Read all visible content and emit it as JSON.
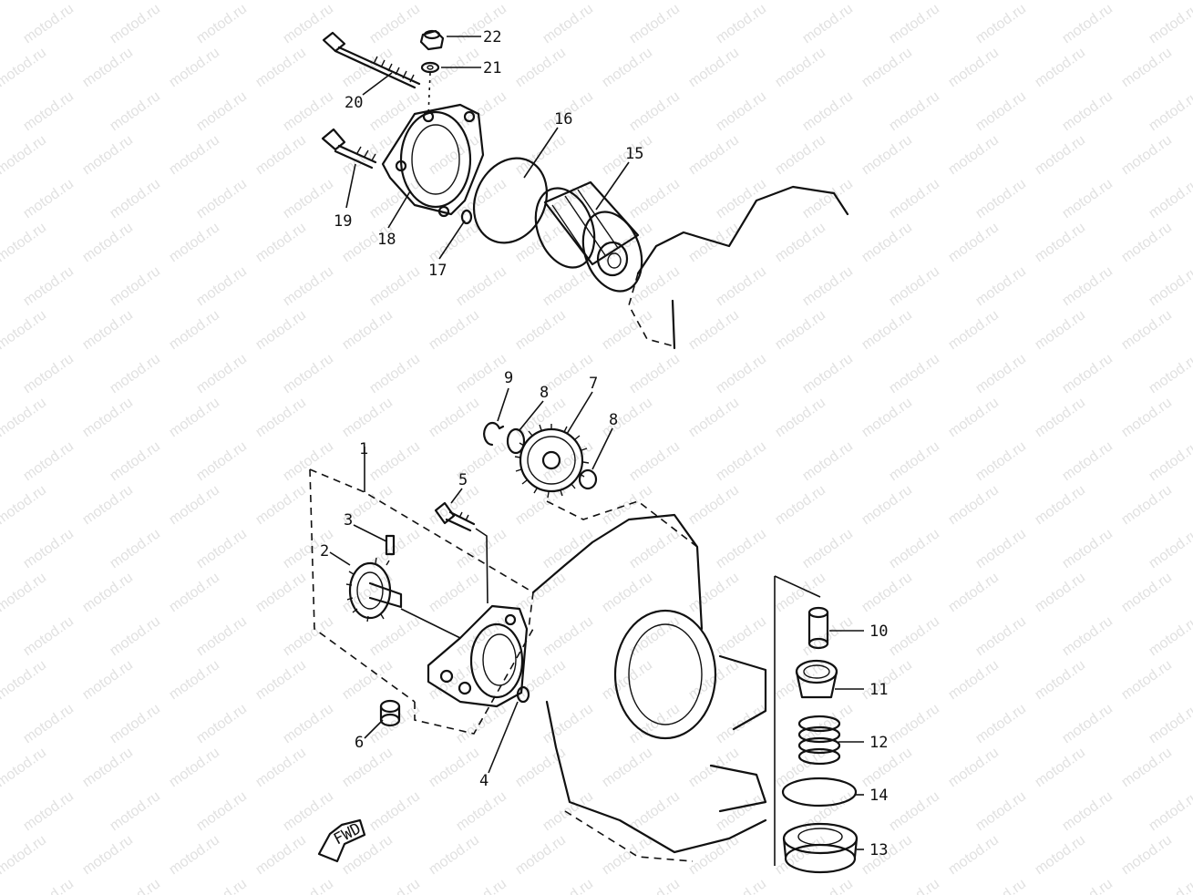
{
  "watermark": "motod.ru",
  "fwd_label": "FWD",
  "callouts": {
    "c1": "1",
    "c2": "2",
    "c3": "3",
    "c4": "4",
    "c5": "5",
    "c6": "6",
    "c7": "7",
    "c8a": "8",
    "c8b": "8",
    "c9": "9",
    "c10": "10",
    "c11": "11",
    "c12": "12",
    "c13": "13",
    "c14": "14",
    "c15": "15",
    "c16": "16",
    "c17": "17",
    "c18": "18",
    "c19": "19",
    "c20": "20",
    "c21": "21",
    "c22": "22"
  }
}
